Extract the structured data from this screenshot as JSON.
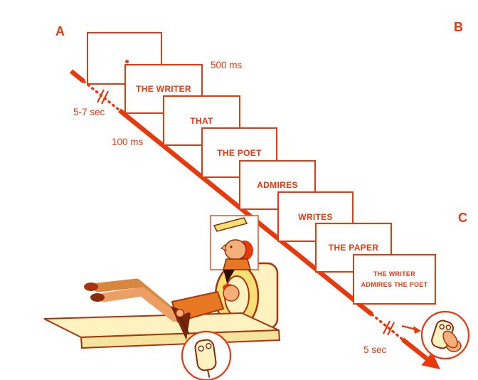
{
  "figure": {
    "panel_a_label": "A",
    "panel_b_label": "B",
    "panel_c_label": "C"
  },
  "timings": {
    "stimulus_duration": "500 ms",
    "initial_interval": "5-7 sec",
    "inter_stimulus_interval": "100 ms",
    "final_interval": "5 sec"
  },
  "cards": [
    {
      "text": ""
    },
    {
      "text": "THE WRITER"
    },
    {
      "text": "THAT"
    },
    {
      "text": "THE POET"
    },
    {
      "text": "ADMIRES"
    },
    {
      "text": "WRITES"
    },
    {
      "text": "THE PAPER"
    },
    {
      "text": "THE WRITER ADMIRES THE POET"
    }
  ],
  "colors": {
    "accent": "#e8380c",
    "outline": "#a8330f",
    "cream": "#fdf2c0",
    "yellow": "#f7df74",
    "skin": "#f5b07a",
    "dark": "#5a1f07"
  }
}
